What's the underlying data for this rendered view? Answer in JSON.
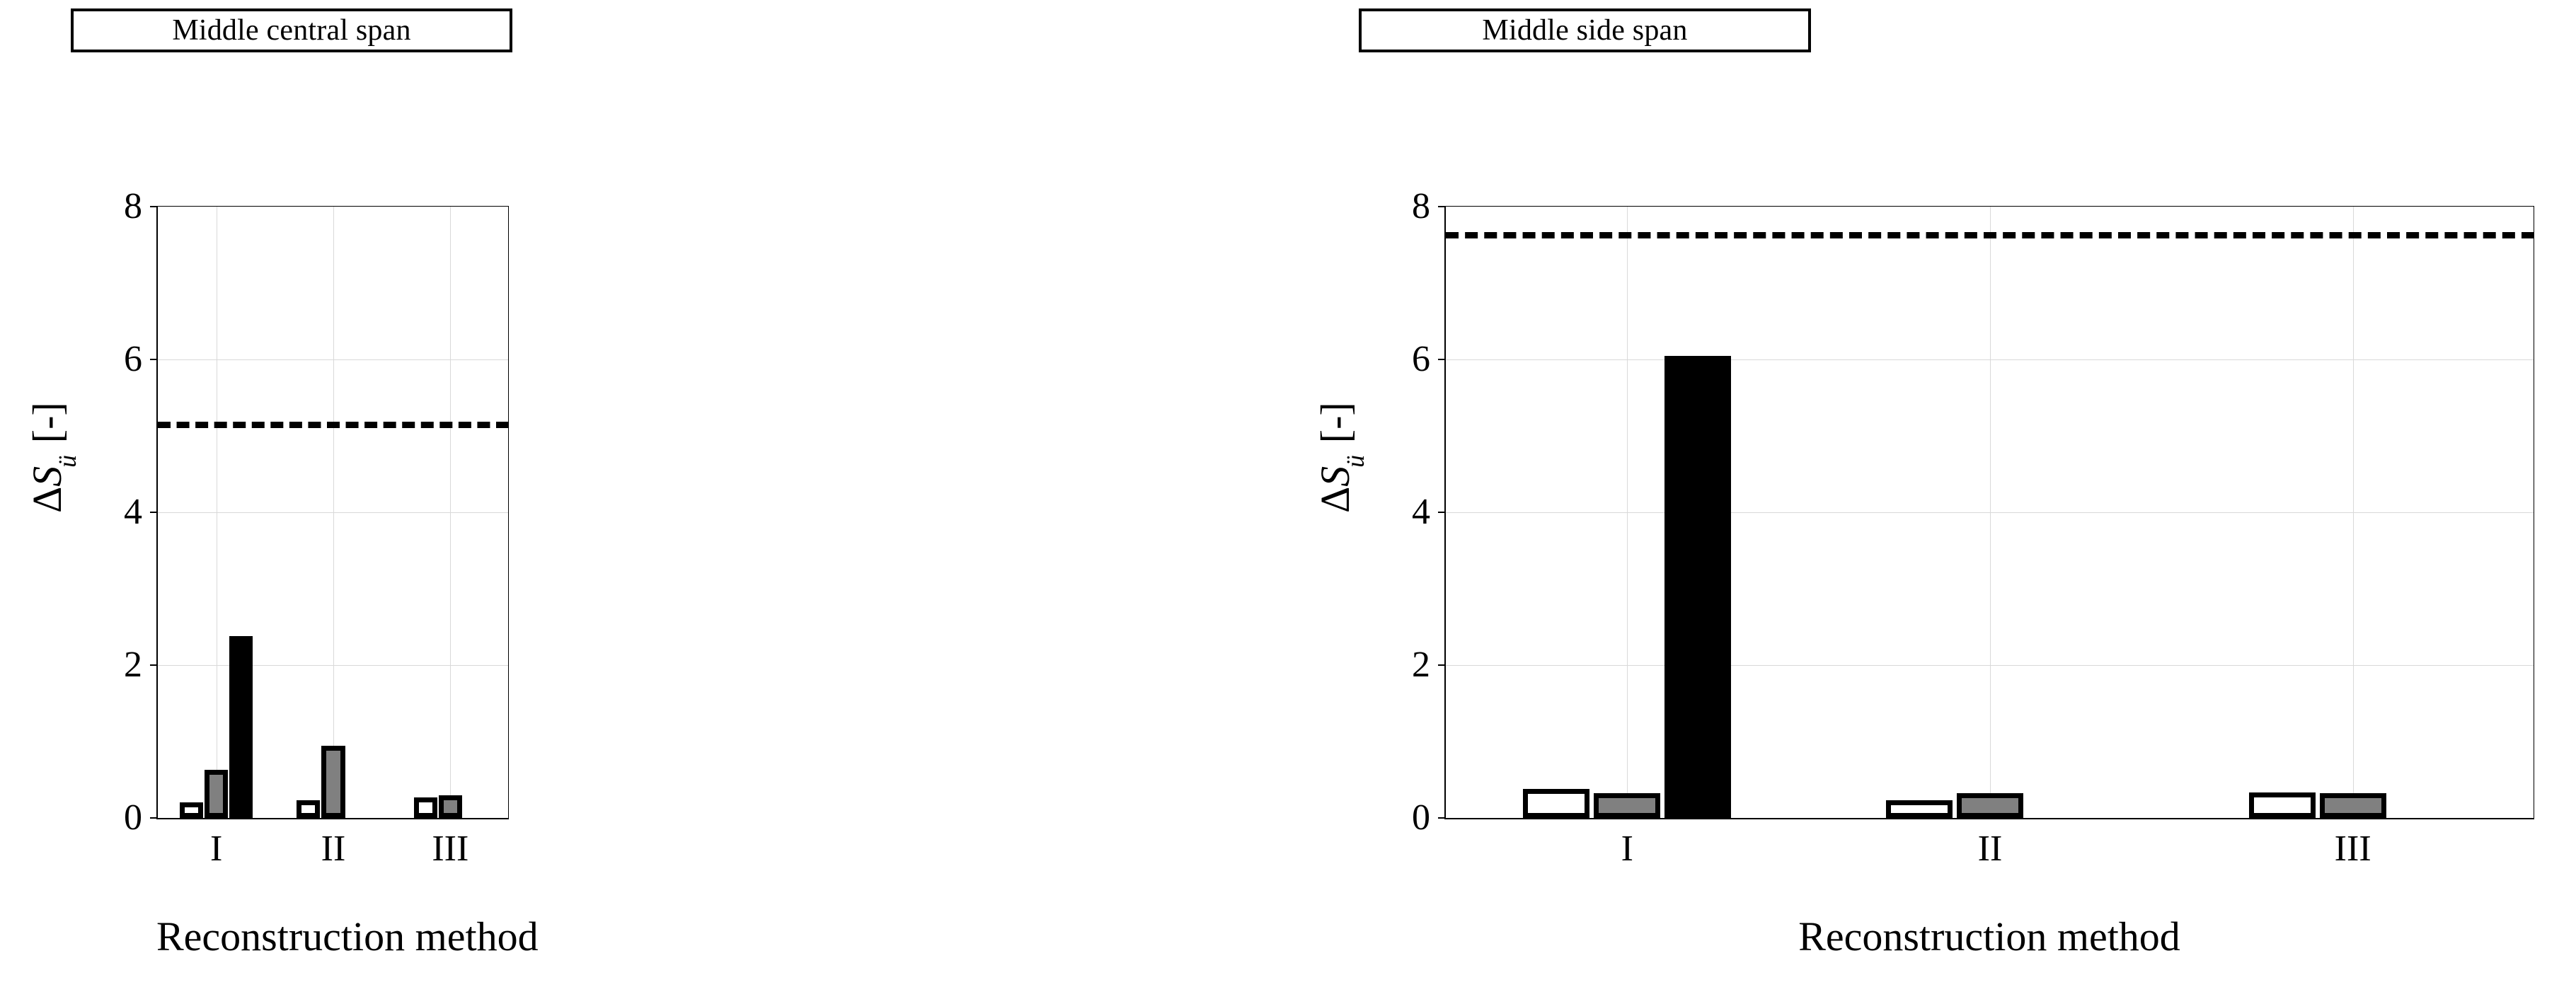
{
  "figure": {
    "background": "#ffffff",
    "panel_count": 2
  },
  "panels": [
    {
      "id": "middle-central-span",
      "title": "Middle central span",
      "ylabel_parts": {
        "delta": "Δ",
        "symbol": "S",
        "subscript": "ü",
        "unit": "[-]"
      },
      "xlabel": "Reconstruction method"
    },
    {
      "id": "middle-side-span",
      "title": "Middle side span",
      "ylabel_parts": {
        "delta": "Δ",
        "symbol": "S",
        "subscript": "ü",
        "unit": "[-]"
      },
      "xlabel": "Reconstruction method"
    }
  ],
  "chart_data": [
    {
      "type": "bar",
      "title": "Middle central span",
      "xlabel": "Reconstruction method",
      "ylabel": "ΔSü [-]",
      "categories": [
        "I",
        "II",
        "III"
      ],
      "ylim": [
        0,
        8
      ],
      "yticks": [
        0,
        2,
        4,
        6,
        8
      ],
      "ytick_labels": [
        "0",
        "2",
        "4",
        "6",
        "8"
      ],
      "grid": true,
      "legend": null,
      "series": [
        {
          "name": "white",
          "color": "#ffffff",
          "edge": "#000000",
          "values": [
            0.2,
            0.23,
            0.27
          ]
        },
        {
          "name": "gray",
          "color": "#808080",
          "edge": "#000000",
          "values": [
            0.63,
            0.94,
            0.3
          ]
        },
        {
          "name": "black",
          "color": "#000000",
          "edge": "#000000",
          "values": [
            2.38,
            0.0,
            0.0
          ]
        }
      ],
      "annotations": [
        {
          "type": "hline",
          "label": "threshold",
          "value": 5.15,
          "style": "dashed",
          "color": "#000000"
        }
      ]
    },
    {
      "type": "bar",
      "title": "Middle side span",
      "xlabel": "Reconstruction method",
      "ylabel": "ΔSü [-]",
      "categories": [
        "I",
        "II",
        "III"
      ],
      "ylim": [
        0,
        8
      ],
      "yticks": [
        0,
        2,
        4,
        6,
        8
      ],
      "ytick_labels": [
        "0",
        "2",
        "4",
        "6",
        "8"
      ],
      "grid": true,
      "legend": null,
      "series": [
        {
          "name": "white",
          "color": "#ffffff",
          "edge": "#000000",
          "values": [
            0.38,
            0.23,
            0.33
          ]
        },
        {
          "name": "gray",
          "color": "#808080",
          "edge": "#000000",
          "values": [
            0.32,
            0.32,
            0.32
          ]
        },
        {
          "name": "black",
          "color": "#000000",
          "edge": "#000000",
          "values": [
            6.05,
            0.0,
            0.0
          ]
        }
      ],
      "annotations": [
        {
          "type": "hline",
          "label": "threshold",
          "value": 7.63,
          "style": "dashed",
          "color": "#000000"
        }
      ]
    }
  ]
}
